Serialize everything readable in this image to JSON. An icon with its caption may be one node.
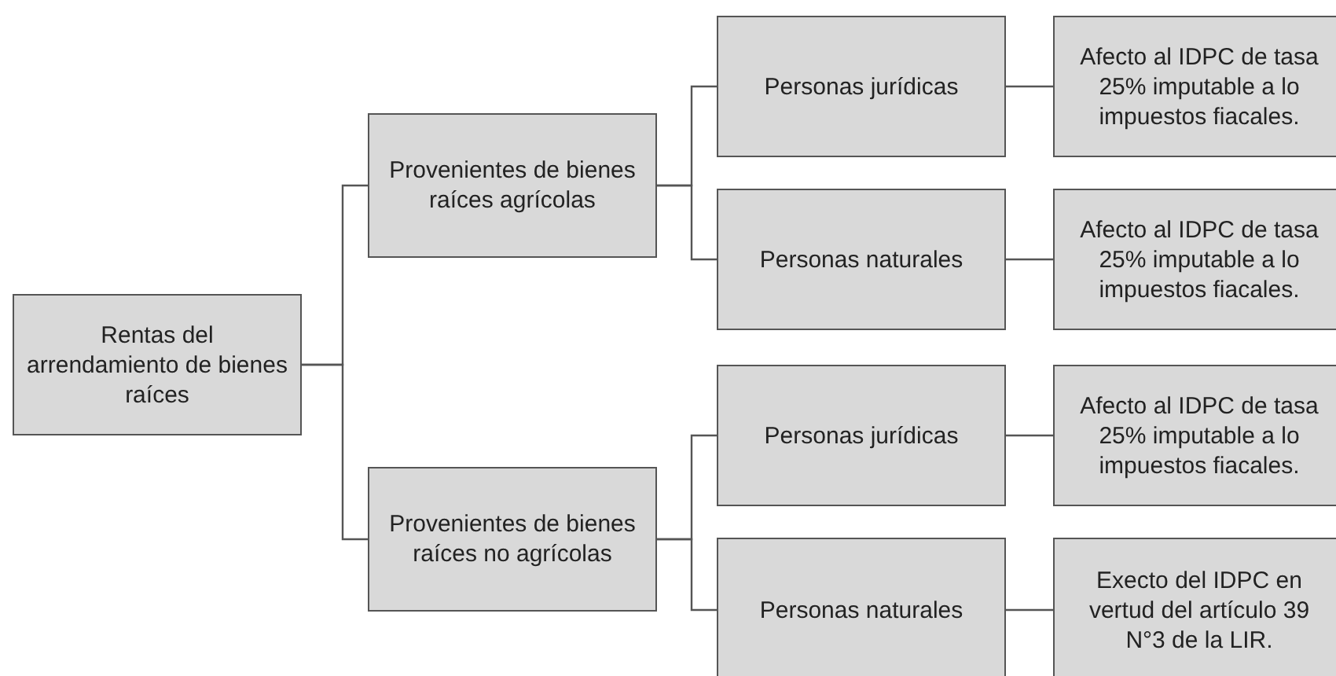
{
  "diagram": {
    "nodes": [
      {
        "text": [
          "Rentas del arrendamiento de bienes raíces"
        ]
      },
      {
        "text": [
          "Provenientes de bienes raíces agrícolas"
        ]
      },
      {
        "text": [
          "Provenientes de bienes raíces no agrícolas"
        ]
      },
      {
        "text": [
          "Personas jurídicas"
        ]
      },
      {
        "text": [
          "Personas naturales"
        ]
      },
      {
        "text": [
          "Personas jurídicas"
        ]
      },
      {
        "text": [
          "Personas naturales"
        ]
      },
      {
        "text": [
          "Afecto al IDPC de tasa 25% imputable a lo impuestos fiacales."
        ]
      },
      {
        "text": [
          "Afecto al IDPC de tasa 25% imputable a lo impuestos fiacales."
        ]
      },
      {
        "text": [
          "Afecto al IDPC de tasa 25% imputable a lo impuestos fiacales."
        ]
      },
      {
        "text": [
          "Execto del IDPC en vertud del artículo 39 N°3 de la LIR."
        ]
      }
    ],
    "edges": [
      {
        "from": 0,
        "to": 1,
        "arrow": "none"
      },
      {
        "from": 0,
        "to": 2,
        "arrow": "none"
      },
      {
        "from": 1,
        "to": 3,
        "arrow": "none"
      },
      {
        "from": 1,
        "to": 4,
        "arrow": "none"
      },
      {
        "from": 2,
        "to": 5,
        "arrow": "none"
      },
      {
        "from": 2,
        "to": 6,
        "arrow": "none"
      },
      {
        "from": 3,
        "to": 7,
        "arrow": "none"
      },
      {
        "from": 4,
        "to": 8,
        "arrow": "none"
      },
      {
        "from": 5,
        "to": 9,
        "arrow": "none"
      },
      {
        "from": 6,
        "to": 10,
        "arrow": "none"
      }
    ]
  }
}
